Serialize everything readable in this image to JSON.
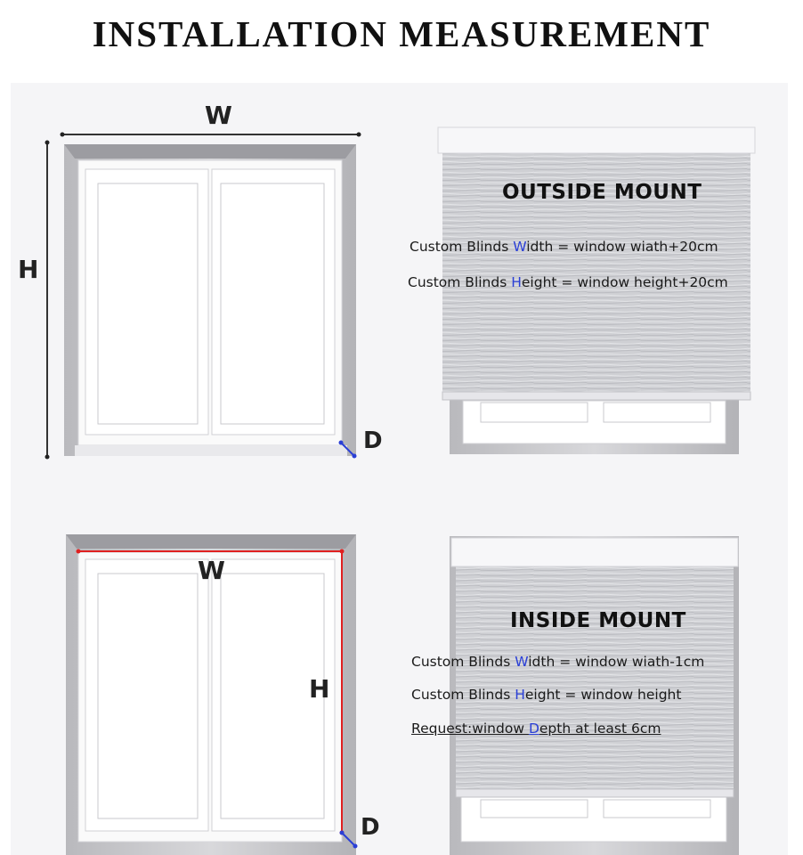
{
  "title": "INSTALLATION MEASUREMENT",
  "top_diagram": {
    "w_label": "W",
    "h_label": "H",
    "d_label": "D"
  },
  "bottom_diagram": {
    "w_label": "W",
    "h_label": "H",
    "d_label": "D"
  },
  "outside_mount": {
    "heading": "OUTSIDE MOUNT",
    "width_pre": "Custom Blinds ",
    "width_key": "W",
    "width_post": "idth = window wiath+20cm",
    "height_pre": "Custom Blinds ",
    "height_key": "H",
    "height_post": "eight = window height+20cm"
  },
  "inside_mount": {
    "heading": "INSIDE MOUNT",
    "width_pre": "Custom Blinds ",
    "width_key": "W",
    "width_post": "idth = window wiath-1cm",
    "height_pre": "Custom Blinds ",
    "height_key": "H",
    "height_post": "eight = window height",
    "request_label": "Request",
    "request_pre": ":window ",
    "request_key": "D",
    "request_post": "epth at least 6cm"
  },
  "colors": {
    "highlight": "#2a3fd6",
    "measure_red": "#e02020",
    "measure_dark": "#333333"
  }
}
